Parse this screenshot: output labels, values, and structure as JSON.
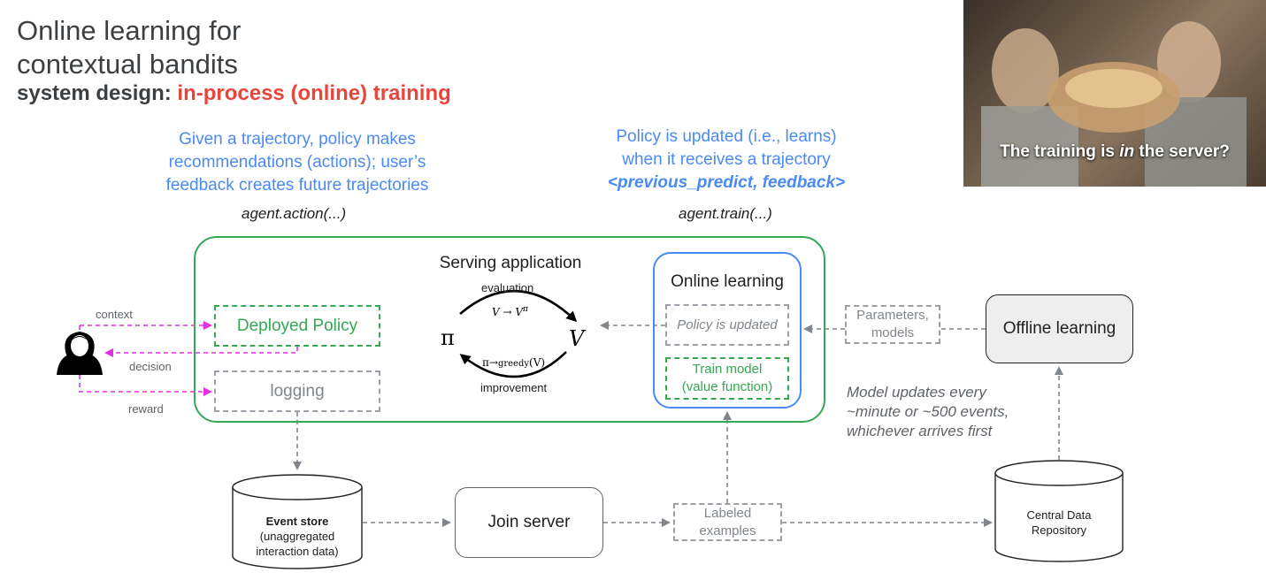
{
  "title": {
    "line1": "Online learning for",
    "line2": "contextual bandits"
  },
  "subtitle": {
    "prefix": "system design:",
    "accent": "in-process (online) training"
  },
  "notes": {
    "left": {
      "line1": "Given a trajectory, policy makes",
      "line2": "recommendations (actions); user’s",
      "line3": "feedback creates future trajectories"
    },
    "right": {
      "line1": "Policy is updated (i.e., learns)",
      "line2": "when it receives a trajectory",
      "line3": "<previous_predict, feedback>"
    }
  },
  "api": {
    "action": "agent.action(...)",
    "train": "agent.train(...)"
  },
  "photo": {
    "caption_pre": "The training is ",
    "caption_em": "in",
    "caption_post": " the server?"
  },
  "serving": {
    "title": "Serving application",
    "deployed_policy": "Deployed Policy",
    "logging": "logging",
    "gpi": {
      "top": "evaluation",
      "bottom": "improvement",
      "pi": "π",
      "v": "V",
      "top_expr": "V → V",
      "top_expr_sup": "π",
      "bottom_expr_pre": "π→",
      "bottom_expr_sub": "greedy",
      "bottom_expr_post": "(V)"
    }
  },
  "online_learning": {
    "title": "Online learning",
    "policy_updated": "Policy is updated",
    "train_line1": "Train model",
    "train_line2": "(value function)"
  },
  "user_arrows": {
    "context": "context",
    "decision": "decision",
    "reward": "reward"
  },
  "params": {
    "line1": "Parameters,",
    "line2": "models"
  },
  "offline": "Offline learning",
  "model_updates": {
    "line1": "Model updates every",
    "line2": "~minute or ~500 events,",
    "line3": "whichever arrives first"
  },
  "event_store": {
    "title": "Event store",
    "line2": "(unaggregated",
    "line3": "interaction data)"
  },
  "join_server": "Join server",
  "labeled": {
    "line1": "Labeled",
    "line2": "examples"
  },
  "central": {
    "line1": "Central Data",
    "line2": "Repository"
  },
  "colors": {
    "green": "#34a853",
    "blue": "#4a8af4",
    "magenta": "#e62ee6",
    "red": "#e8453c",
    "gray": "#80868b"
  }
}
